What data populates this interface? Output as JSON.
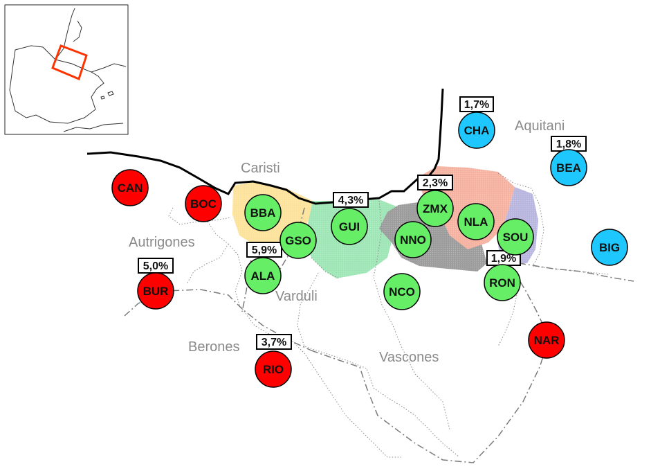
{
  "colors": {
    "red": "#ff0000",
    "green": "#66ee66",
    "blue": "#1ec8ff",
    "inset_frame": "#ff3300",
    "tribe_text": "#8a8a8a"
  },
  "tribes": {
    "caristi": "Caristi",
    "aquitani": "Aquitani",
    "autrigones": "Autrigones",
    "varduli": "Varduli",
    "berones": "Berones",
    "vascones": "Vascones"
  },
  "nodes": {
    "can": {
      "label": "CAN",
      "group": "red"
    },
    "boc": {
      "label": "BOC",
      "group": "red"
    },
    "bur": {
      "label": "BUR",
      "group": "red"
    },
    "rio": {
      "label": "RIO",
      "group": "red"
    },
    "nar": {
      "label": "NAR",
      "group": "red"
    },
    "bba": {
      "label": "BBA",
      "group": "green"
    },
    "gso": {
      "label": "GSO",
      "group": "green"
    },
    "ala": {
      "label": "ALA",
      "group": "green"
    },
    "gui": {
      "label": "GUI",
      "group": "green"
    },
    "nno": {
      "label": "NNO",
      "group": "green"
    },
    "zmx": {
      "label": "ZMX",
      "group": "green"
    },
    "nla": {
      "label": "NLA",
      "group": "green"
    },
    "sou": {
      "label": "SOU",
      "group": "green"
    },
    "ron": {
      "label": "RON",
      "group": "green"
    },
    "nco": {
      "label": "NCO",
      "group": "green"
    },
    "cha": {
      "label": "CHA",
      "group": "blue"
    },
    "bea": {
      "label": "BEA",
      "group": "blue"
    },
    "big": {
      "label": "BIG",
      "group": "blue"
    }
  },
  "percentages": {
    "cha": "1,7%",
    "bea": "1,8%",
    "zmx": "2,3%",
    "gui": "4,3%",
    "ala": "5,9%",
    "bur": "5,0%",
    "ron": "1,9%",
    "rio": "3,7%"
  }
}
